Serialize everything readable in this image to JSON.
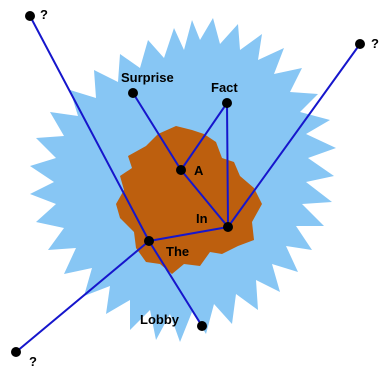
{
  "colors": {
    "outer_blob": "#87c6f4",
    "inner_blob": "#bd5f0e",
    "edge": "#1616cc",
    "node": "#000000",
    "background": "#ffffff"
  },
  "nodes": {
    "surprise": {
      "label": "Surprise"
    },
    "fact": {
      "label": "Fact"
    },
    "a": {
      "label": "A"
    },
    "in": {
      "label": "In"
    },
    "the": {
      "label": "The"
    },
    "lobby": {
      "label": "Lobby"
    },
    "unknown_top_left": {
      "label": "?"
    },
    "unknown_top_right": {
      "label": "?"
    },
    "unknown_bottom_left": {
      "label": "?"
    }
  }
}
